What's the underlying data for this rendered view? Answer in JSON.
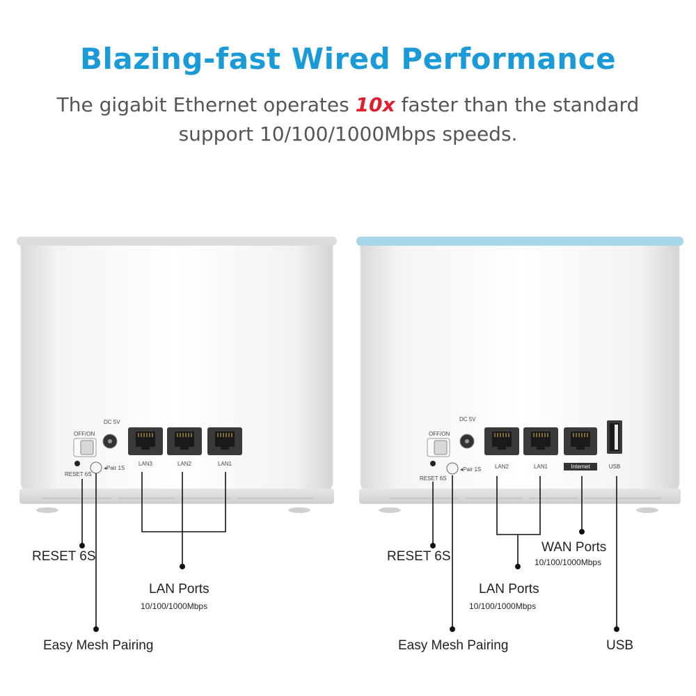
{
  "heading": "Blazing-fast Wired Performance",
  "subtitle": {
    "line1_pre": "The gigabit Ethernet operates ",
    "line1_highlight": "10x",
    "line1_post": " faster than the standard",
    "line2": "support 10/100/1000Mbps speeds."
  },
  "colors": {
    "heading": "#1a9ad7",
    "highlight": "#e11d2e",
    "router2_top": "#9fd3e6"
  },
  "left_router": {
    "switch_label": "OFF/ON",
    "dc_label": "DC 5V",
    "reset_label": "RESET 6S",
    "pair_label": "◂Pair 1S",
    "ports": [
      "LAN3",
      "LAN2",
      "LAN1"
    ]
  },
  "right_router": {
    "switch_label": "OFF/ON",
    "dc_label": "DC 5V",
    "reset_label": "RESET 6S",
    "pair_label": "◂Pair 1S",
    "ports": [
      "LAN2",
      "LAN1",
      "Internet",
      "USB"
    ]
  },
  "callouts": {
    "left_reset": "RESET 6S",
    "left_lan": "LAN Ports",
    "left_lan_speed": "10/100/1000Mbps",
    "left_pairing": "Easy Mesh Pairing",
    "right_reset": "RESET 6S",
    "right_lan": "LAN Ports",
    "right_lan_speed": "10/100/1000Mbps",
    "right_wan": "WAN Ports",
    "right_wan_speed": "10/100/1000Mbps",
    "right_pairing": "Easy Mesh Pairing",
    "right_usb": "USB"
  }
}
